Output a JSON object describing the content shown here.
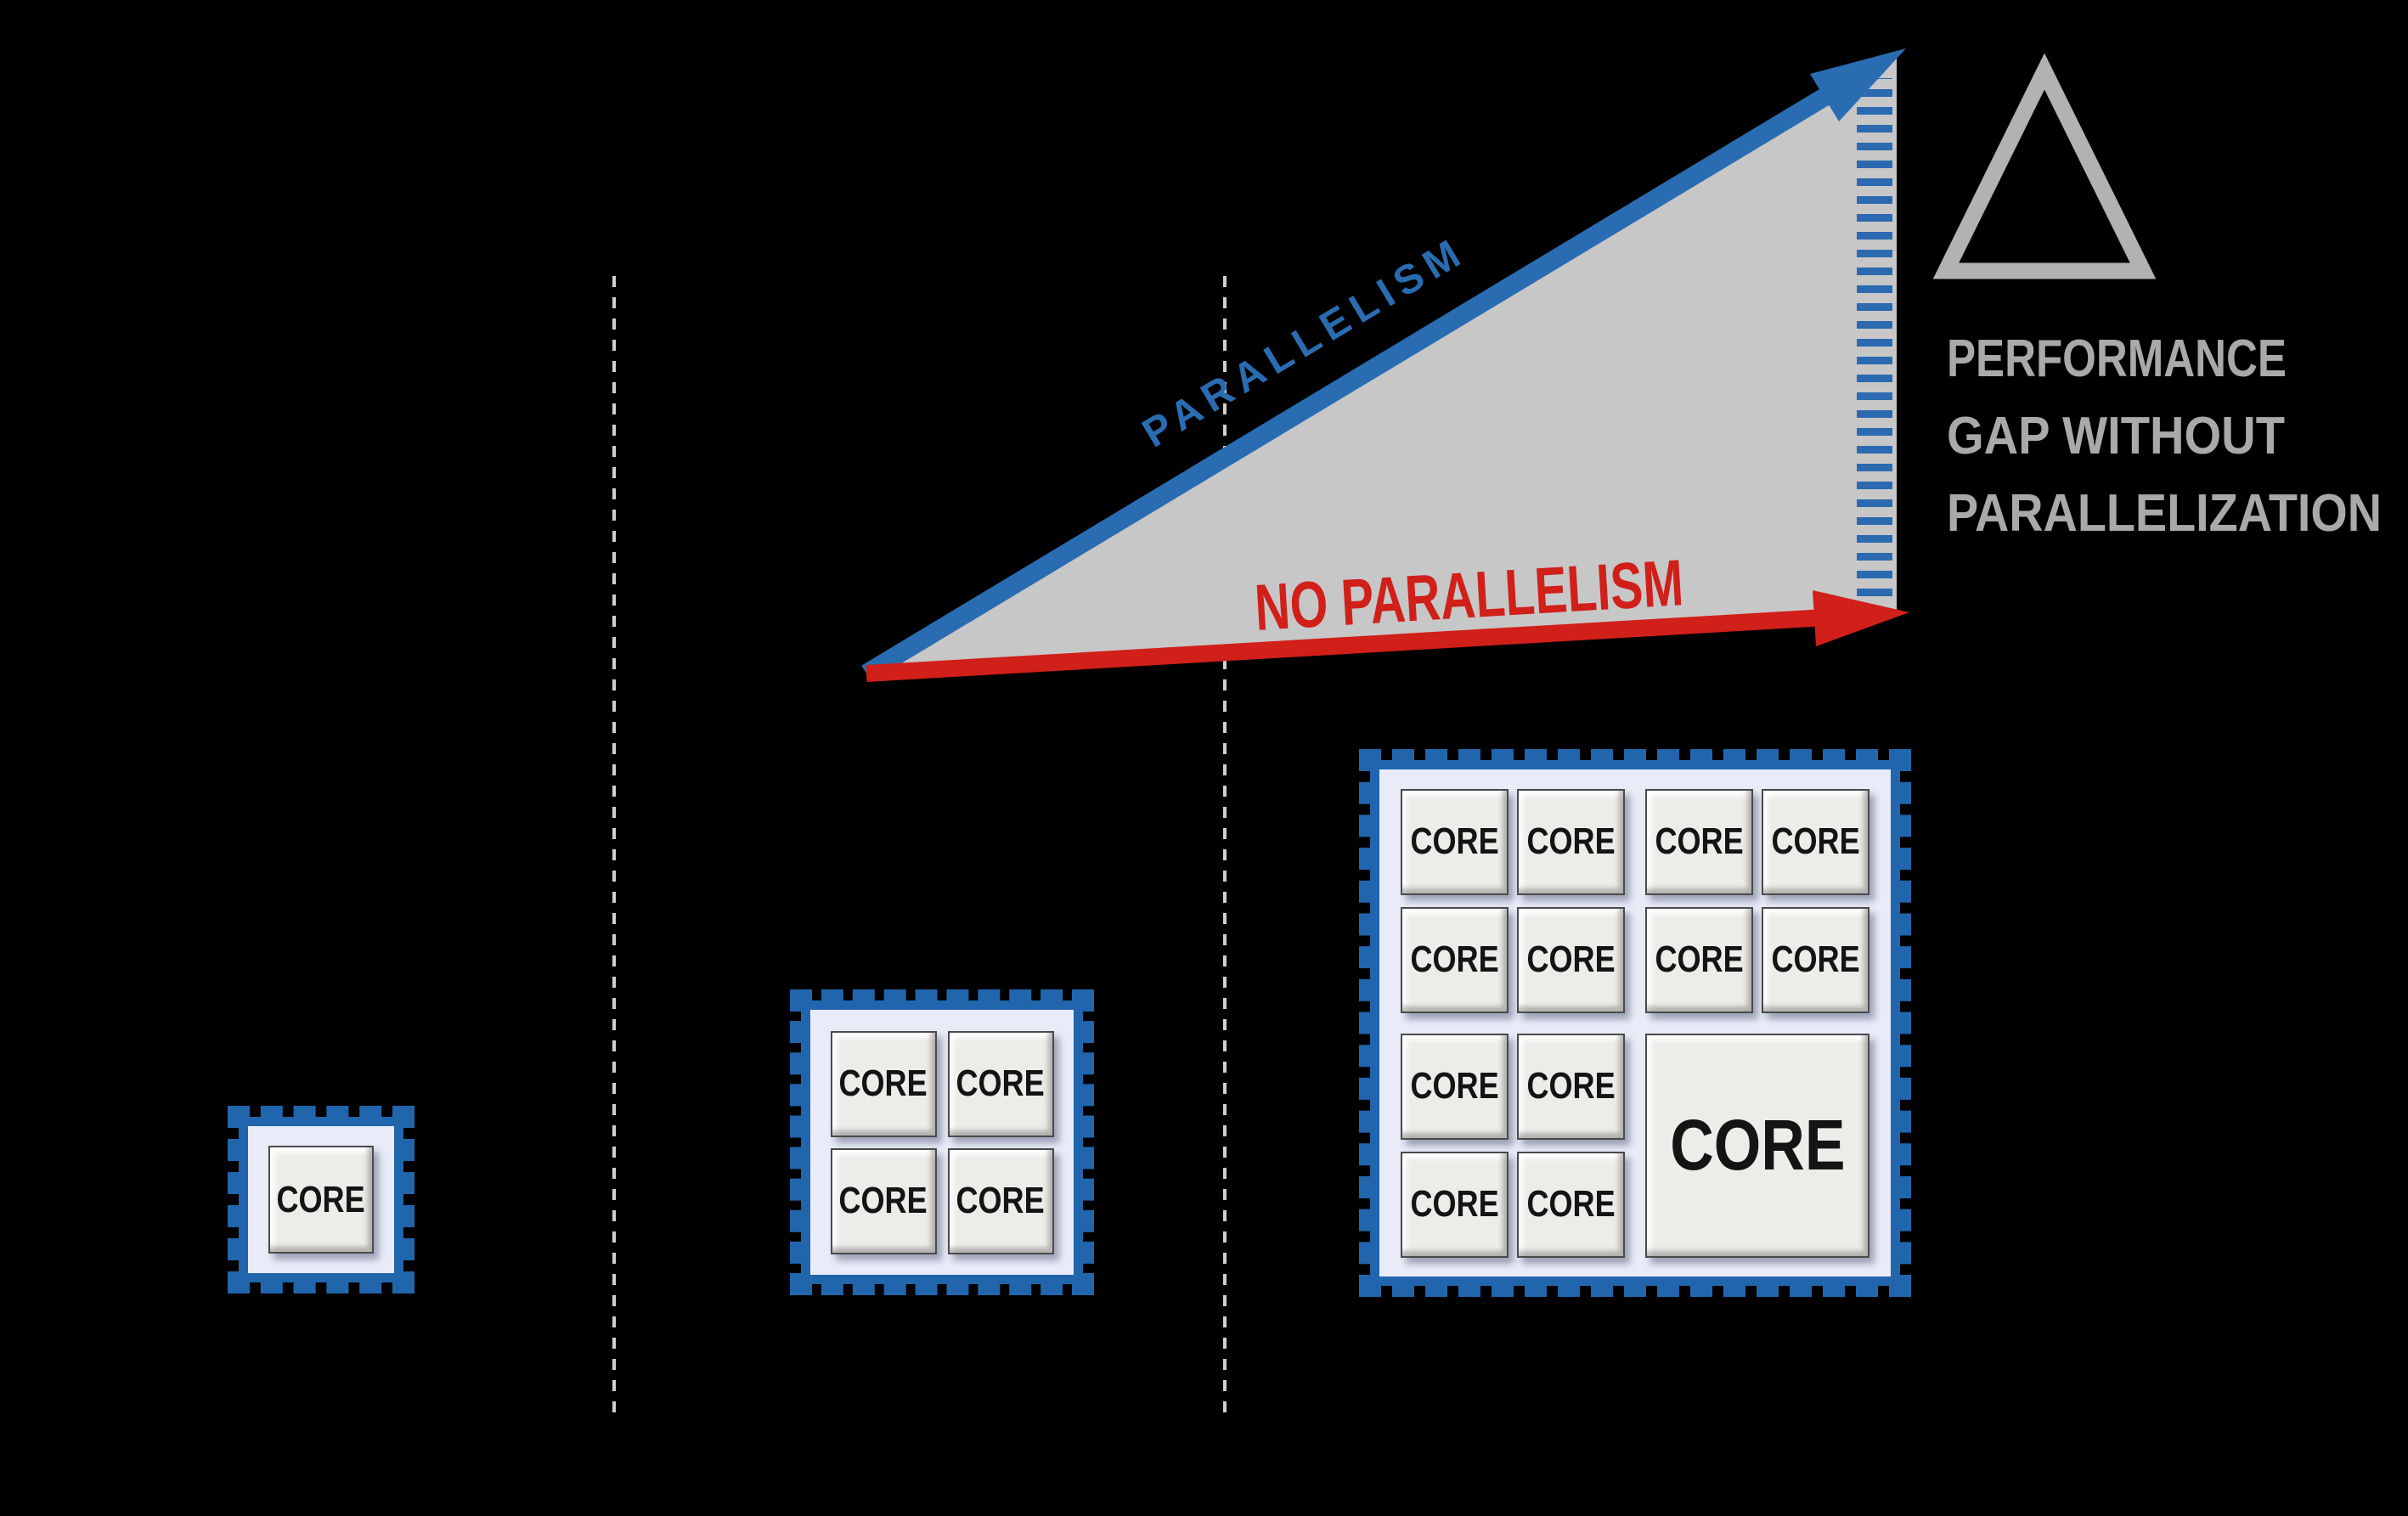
{
  "colors": {
    "background": "#000000",
    "parallelism_blue": "#2a6cb2",
    "no_parallelism_red": "#d11f1a",
    "triangle_fill": "#c7c7c7",
    "gap_text_gray": "#a9a9a9",
    "delta_gray": "#b2b2b2",
    "chip_border_blue": "#2166ad",
    "chip_substrate": "#e9ecf8",
    "core_fill": "#edece9",
    "guide_dash_gray": "#d0d0d0"
  },
  "trend": {
    "parallelism_label": "PARALLELISM",
    "no_parallelism_label": "NO PARALLELISM"
  },
  "gap_note": {
    "line1": "PERFORMANCE",
    "line2": "GAP WITHOUT",
    "line3": "PARALLELIZATION"
  },
  "chips": {
    "core_label": "CORE",
    "single_core_count": 1,
    "quad_core_count": 4,
    "many_core_small_count": 12,
    "many_core_big_count": 1
  }
}
